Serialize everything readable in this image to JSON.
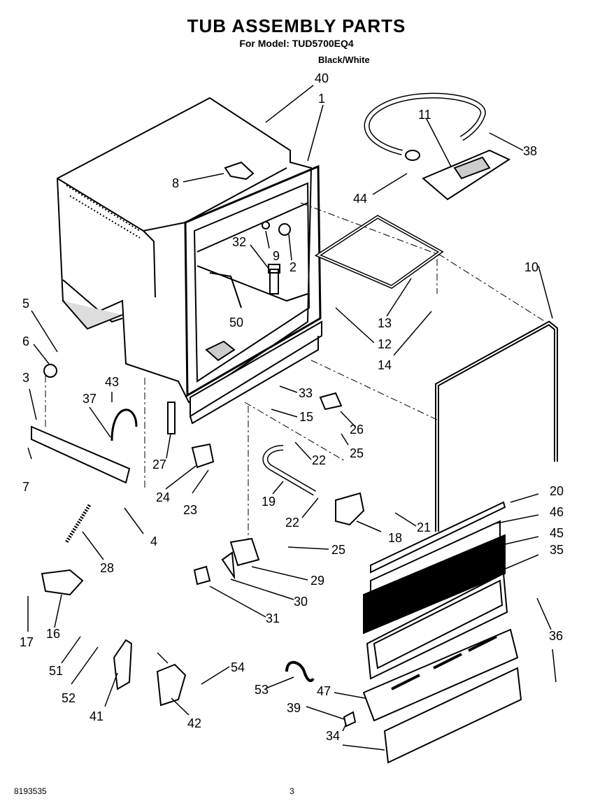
{
  "header": {
    "title": "TUB ASSEMBLY PARTS",
    "model": "For Model: TUD5700EQ4",
    "color": "Black/White"
  },
  "footer": {
    "doc_number": "8193535",
    "page": "3"
  },
  "callouts": [
    "40",
    "1",
    "11",
    "38",
    "8",
    "44",
    "9",
    "2",
    "32",
    "10",
    "13",
    "5",
    "50",
    "12",
    "6",
    "14",
    "3",
    "43",
    "33",
    "37",
    "15",
    "26",
    "25",
    "22",
    "27",
    "7",
    "24",
    "23",
    "19",
    "20",
    "22b",
    "21",
    "46",
    "4",
    "18",
    "45",
    "25b",
    "35",
    "28",
    "29",
    "30",
    "31",
    "36",
    "17",
    "16",
    "51",
    "54",
    "52",
    "53",
    "47",
    "41",
    "42",
    "39",
    "34"
  ],
  "callout_labels": {
    "40": "40",
    "1": "1",
    "11": "11",
    "38": "38",
    "8": "8",
    "44": "44",
    "9": "9",
    "2": "2",
    "32": "32",
    "10": "10",
    "13": "13",
    "5": "5",
    "50": "50",
    "12": "12",
    "6": "6",
    "14": "14",
    "3": "3",
    "43": "43",
    "33": "33",
    "37": "37",
    "15": "15",
    "26": "26",
    "25": "25",
    "22": "22",
    "27": "27",
    "7": "7",
    "24": "24",
    "23": "23",
    "19": "19",
    "20": "20",
    "22b": "22",
    "21": "21",
    "46": "46",
    "4": "4",
    "18": "18",
    "45": "45",
    "25b": "25",
    "35": "35",
    "28": "28",
    "29": "29",
    "30": "30",
    "31": "31",
    "36": "36",
    "17": "17",
    "16": "16",
    "51": "51",
    "54": "54",
    "52": "52",
    "53": "53",
    "47": "47",
    "41": "41",
    "42": "42",
    "39": "39",
    "34": "34"
  },
  "colors": {
    "ink": "#000000",
    "paper": "#ffffff",
    "shade": "#cccccc"
  }
}
